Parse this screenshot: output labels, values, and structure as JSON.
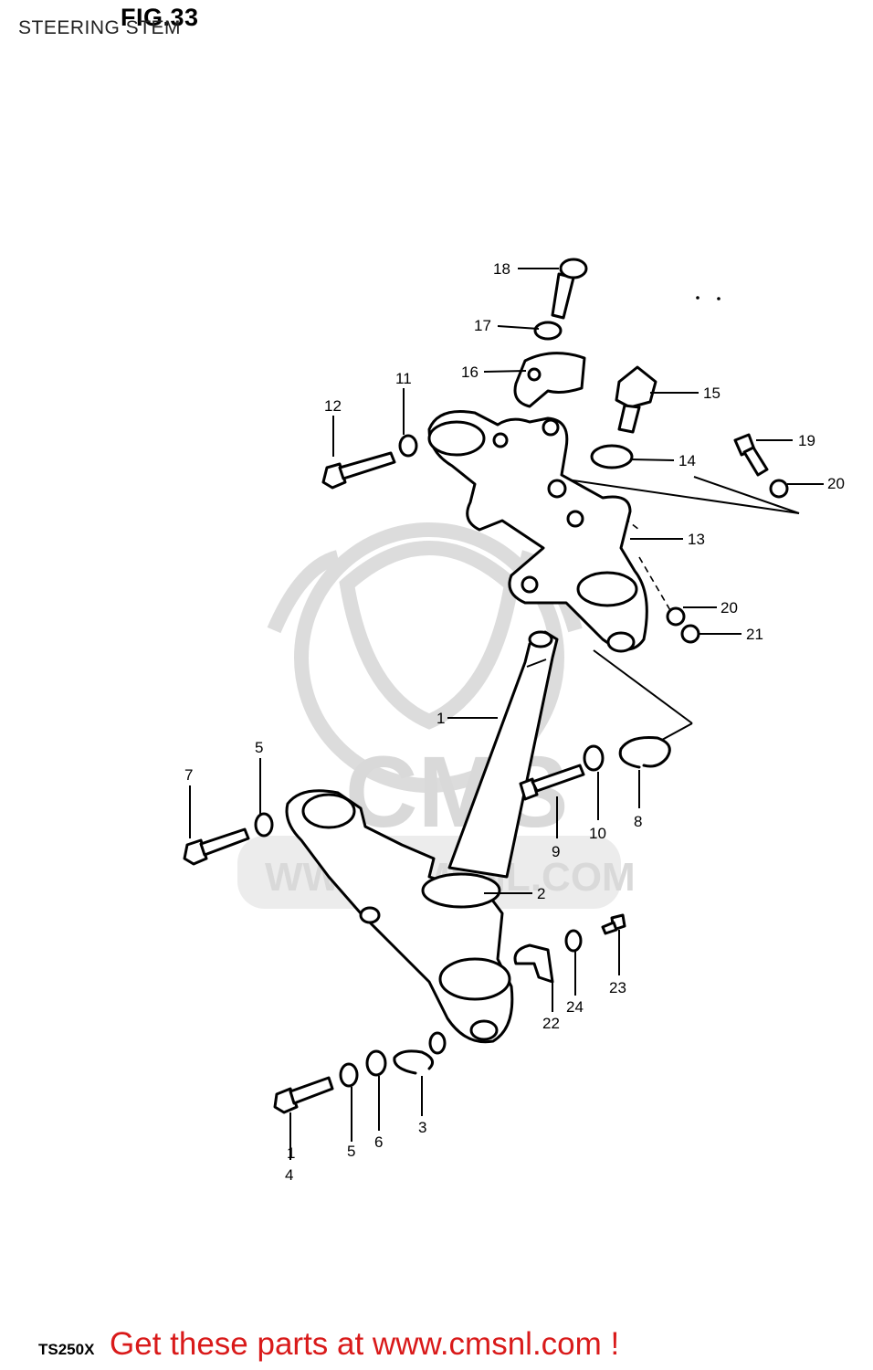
{
  "header": {
    "fig_title": "FIG.33",
    "subtitle": "STEERING STEM"
  },
  "footer": {
    "model": "TS250X",
    "banner": "Get these parts at www.cmsnl.com !"
  },
  "watermark": {
    "logo_text": "CMS",
    "url_text": "WWW.CMSNL.COM"
  },
  "colors": {
    "banner": "#d91a1a",
    "watermark": "#d9d9d9"
  },
  "callouts": [
    {
      "id": "c18",
      "label": "18"
    },
    {
      "id": "c17",
      "label": "17"
    },
    {
      "id": "c16",
      "label": "16"
    },
    {
      "id": "c15",
      "label": "15"
    },
    {
      "id": "c14",
      "label": "14"
    },
    {
      "id": "c13",
      "label": "13"
    },
    {
      "id": "c12",
      "label": "12"
    },
    {
      "id": "c11",
      "label": "11"
    },
    {
      "id": "c19",
      "label": "19"
    },
    {
      "id": "c20a",
      "label": "20"
    },
    {
      "id": "c20b",
      "label": "20"
    },
    {
      "id": "c21",
      "label": "21"
    },
    {
      "id": "c1a",
      "label": "1"
    },
    {
      "id": "c7",
      "label": "7"
    },
    {
      "id": "c5a",
      "label": "5"
    },
    {
      "id": "c9",
      "label": "9"
    },
    {
      "id": "c10",
      "label": "10"
    },
    {
      "id": "c8",
      "label": "8"
    },
    {
      "id": "c2",
      "label": "2"
    },
    {
      "id": "c22",
      "label": "22"
    },
    {
      "id": "c24",
      "label": "24"
    },
    {
      "id": "c23",
      "label": "23"
    },
    {
      "id": "c1b",
      "label": "1"
    },
    {
      "id": "c4",
      "label": "4"
    },
    {
      "id": "c5b",
      "label": "5"
    },
    {
      "id": "c6",
      "label": "6"
    },
    {
      "id": "c3",
      "label": "3"
    }
  ]
}
